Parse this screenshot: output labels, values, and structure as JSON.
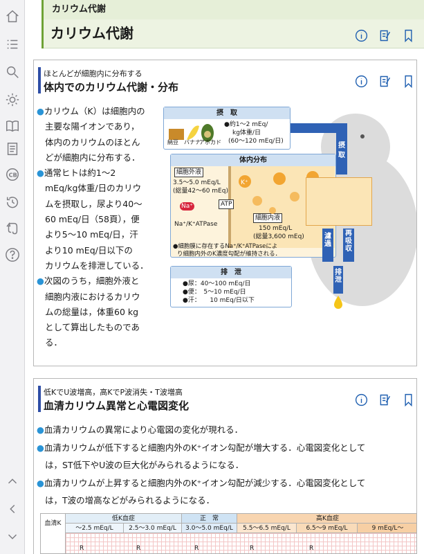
{
  "nav": {
    "icons": [
      "home-icon",
      "list-icon",
      "search-icon",
      "settings-icon",
      "book-icon",
      "document-icon",
      "cb-icon",
      "history-icon",
      "evernote-icon",
      "help-icon"
    ],
    "bottom_icons": [
      "chevron-up-icon",
      "chevron-left-icon",
      "chevron-down-icon"
    ]
  },
  "header": {
    "breadcrumb": "カリウム代謝",
    "title": "カリウム代謝"
  },
  "section1": {
    "lead": "ほとんどが細胞内に分布する",
    "heading": "体内でのカリウム代謝・分布",
    "paragraphs": [
      "カリウム（K）は細胞内の",
      "主要な陽イオンであり，",
      "体内のカリウムのほとん",
      "どが細胞内に分布する．",
      "通常ヒトは約1～2",
      "mEq/kg体重/日のカリウ",
      "ムを摂取し，尿より40～",
      "60 mEq/日（58頁），便",
      "より5～10 mEq/日，汗",
      "より10 mEq/日以下の",
      "カリウムを排泄している．",
      "次図のうち，細胞外液と",
      "細胞内液におけるカリウ",
      "ムの総量は，体重60 kg",
      "として算出したものであ",
      "る．"
    ],
    "figure": {
      "intake_title": "摂　取",
      "intake_lines": [
        "●約1～2 mEq/",
        "kg体重/日",
        "(60～120 mEq/日)"
      ],
      "food_labels": [
        "納豆",
        "バナナ",
        "アボカド"
      ],
      "distribution_title": "体内分布",
      "ecf_label": "細胞外液",
      "ecf_values": [
        "3.5～5.0 mEq/L",
        "(総量42～60 mEq)"
      ],
      "icf_label": "細胞内液",
      "icf_values": [
        "150 mEq/L",
        "(総量3,600 mEq)"
      ],
      "atp": "ATP",
      "na": "Na⁺",
      "k": "K⁺",
      "pump": "Na⁺/K⁺ATPase",
      "note": [
        "●細胞膜に存在するNa⁺/K⁺ATPaseによ",
        "り細胞内外のK濃度勾配が維持される．"
      ],
      "excretion_title": "排　泄",
      "excretion_lines": [
        "●尿：40～100 mEq/日",
        "●便：　5～10 mEq/日",
        "●汗：　　10 mEq/日以下"
      ],
      "arrow_intake": "摂取",
      "arrow_filter": "濾過",
      "arrow_reabsorb": "再吸収",
      "arrow_excrete": "排泄"
    }
  },
  "section2": {
    "lead": "低KでU波増高，高KでP波消失・T波増高",
    "heading": "血清カリウム異常と心電図変化",
    "paragraphs": [
      "血清カリウムの異常により心電図の変化が現れる．",
      "血清カリウムが低下すると細胞内外のK⁺イオン勾配が増大する．心電図変化として",
      "は，ST低下やU波の巨大化がみられるようになる．",
      "血清カリウムが上昇すると細胞内外のK⁺イオン勾配が減少する．心電図変化として",
      "は，T波の增高などがみられるようになる．"
    ],
    "ecg_table": {
      "row_label": "血清K",
      "groups": [
        "低K血症",
        "正　常",
        "高K血症"
      ],
      "ranges": [
        "～2.5 mEq/L",
        "2.5～3.0 mEq/L",
        "3.0～5.0 mEq/L",
        "5.5～6.5 mEq/L",
        "6.5～9 mEq/L",
        "9 mEq/L～"
      ],
      "wave_label": "R"
    }
  },
  "colors": {
    "accent": "#1f5fb0",
    "bullet": "#2a94d6",
    "header_bg": "#edf3e2",
    "header_bar": "#6ea235",
    "flow_arrow": "#2f62b5"
  }
}
